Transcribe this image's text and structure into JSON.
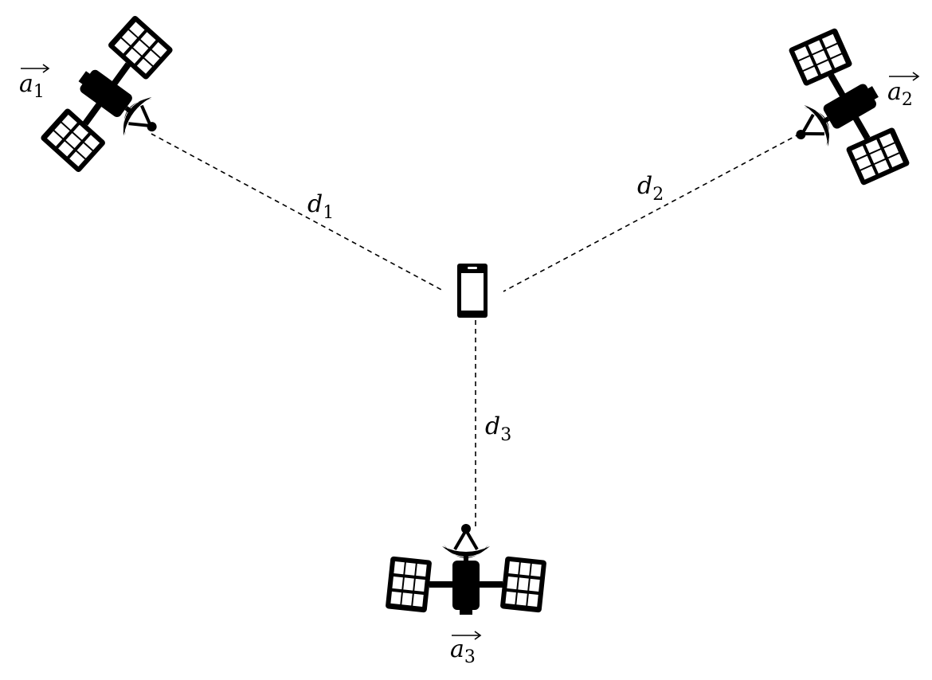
{
  "diagram": {
    "satellites": [
      {
        "vector_symbol": "a",
        "index": "1"
      },
      {
        "vector_symbol": "a",
        "index": "2"
      },
      {
        "vector_symbol": "a",
        "index": "3"
      }
    ],
    "distances": [
      {
        "symbol": "d",
        "index": "1"
      },
      {
        "symbol": "d",
        "index": "2"
      },
      {
        "symbol": "d",
        "index": "3"
      }
    ],
    "receiver_icon": "smartphone-icon",
    "satellite_icon": "satellite-icon",
    "colors": {
      "ink": "#000000",
      "background": "#ffffff"
    }
  }
}
